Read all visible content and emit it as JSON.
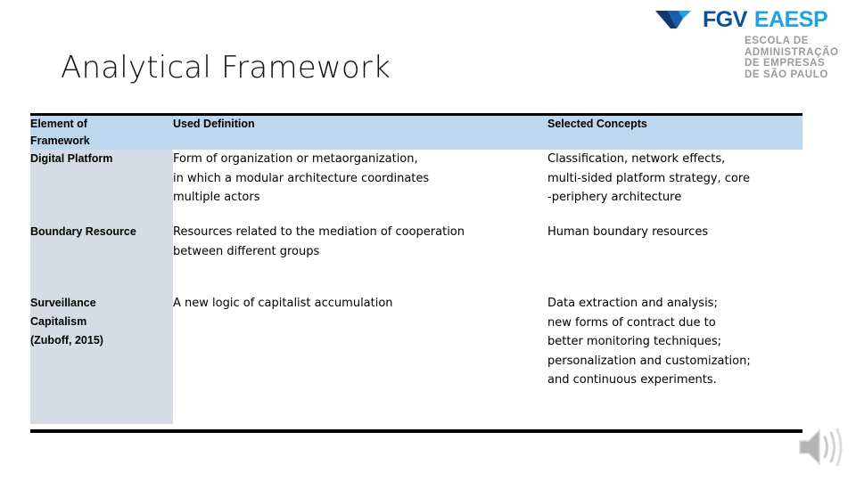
{
  "logo": {
    "mark_name": "fgv-chevron-mark",
    "brand": "FGV",
    "unit": "EAESP",
    "subtitle_lines": [
      "ESCOLA DE",
      "ADMINISTRAÇÃO",
      "DE EMPRESAS",
      "DE SÃO PAULO"
    ],
    "colors": {
      "brand_blue": "#0b4f9e",
      "unit_blue": "#1ca3e0",
      "subtitle_gray": "#9a9a9a"
    }
  },
  "slide": {
    "title": "Analytical Framework"
  },
  "table": {
    "headers": [
      "Element of\nFramework",
      "Used Definition",
      "Selected Concepts"
    ],
    "header_col1_line1": "Element of",
    "header_col1_line2": "Framework",
    "header_col2": "Used Definition",
    "header_col3": "Selected Concepts",
    "rows": [
      {
        "element": "Digital Platform",
        "element_lines": [
          "Digital Platform"
        ],
        "definition_lines": [
          "Form of organization or metaorganization,",
          "in which a modular architecture coordinates",
          "multiple actors"
        ],
        "concepts_lines": [
          "Classification, network effects,",
          "multi-sided platform strategy, core",
          "-periphery architecture"
        ]
      },
      {
        "element": "Boundary Resource",
        "element_lines": [
          "Boundary Resource"
        ],
        "definition_lines": [
          "Resources related to the mediation of cooperation",
          "between different groups"
        ],
        "concepts_lines": [
          "Human boundary resources"
        ]
      },
      {
        "element": "Surveillance Capitalism (Zuboff, 2015)",
        "element_lines": [
          "Surveillance",
          "Capitalism",
          "(Zuboff, 2015)"
        ],
        "definition_lines": [
          "A new logic of capitalist accumulation"
        ],
        "concepts_lines": [
          "Data extraction and analysis;",
          "new forms of contract due to",
          "better monitoring techniques;",
          "personalization and customization;",
          "and continuous experiments."
        ]
      }
    ],
    "colors": {
      "header_fill": "#bdd7ee",
      "first_column_fill": "#d6dce5",
      "rule": "#000000"
    }
  },
  "overlay": {
    "audio_icon_name": "speaker-icon"
  }
}
